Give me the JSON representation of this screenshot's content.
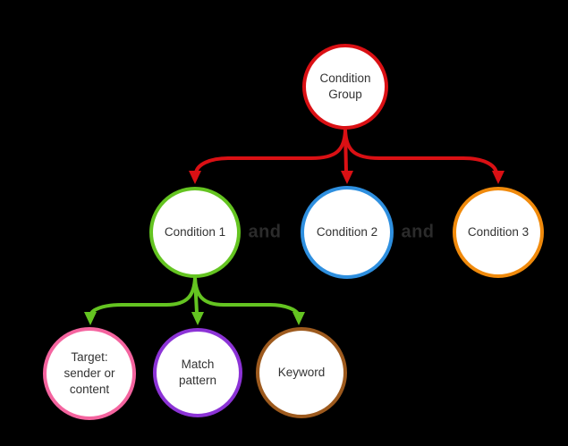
{
  "diagram": {
    "background": "#000000",
    "node_fill": "#ffffff",
    "node_text_color": "#333333",
    "operator_text_color": "#2b2b2b",
    "nodes": [
      {
        "id": "condition-group",
        "label": "Condition Group",
        "border_color": "#da1014"
      },
      {
        "id": "condition-1",
        "label": "Condition 1",
        "border_color": "#64c421"
      },
      {
        "id": "condition-2",
        "label": "Condition 2",
        "border_color": "#2e8fdf"
      },
      {
        "id": "condition-3",
        "label": "Condition 3",
        "border_color": "#f08a0c"
      },
      {
        "id": "target",
        "label": "Target: sender or content",
        "border_color": "#f4649f"
      },
      {
        "id": "match-pattern",
        "label": "Match pattern",
        "border_color": "#8c33d6"
      },
      {
        "id": "keyword",
        "label": "Keyword",
        "border_color": "#9d5a1e"
      }
    ],
    "operators": [
      {
        "label": "and",
        "between": [
          "condition-1",
          "condition-2"
        ]
      },
      {
        "label": "and",
        "between": [
          "condition-2",
          "condition-3"
        ]
      }
    ],
    "edges": [
      {
        "from": "condition-group",
        "to": "condition-1",
        "color": "#da1014"
      },
      {
        "from": "condition-group",
        "to": "condition-2",
        "color": "#da1014"
      },
      {
        "from": "condition-group",
        "to": "condition-3",
        "color": "#da1014"
      },
      {
        "from": "condition-1",
        "to": "target",
        "color": "#64c421"
      },
      {
        "from": "condition-1",
        "to": "match-pattern",
        "color": "#64c421"
      },
      {
        "from": "condition-1",
        "to": "keyword",
        "color": "#64c421"
      }
    ]
  }
}
